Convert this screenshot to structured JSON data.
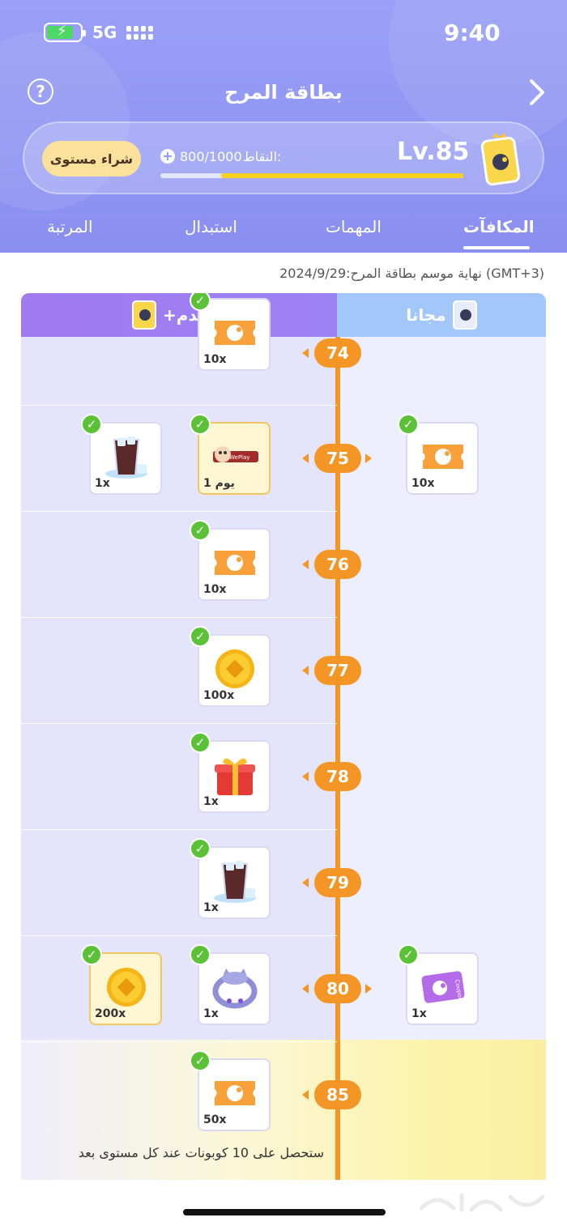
{
  "status_bar": {
    "time": "9:40",
    "network": "5G",
    "battery_level": 0.75
  },
  "header": {
    "title": "بطاقة المرح",
    "help_label": "?",
    "level": "Lv.85",
    "points_label": "النقاط:",
    "points_value": "800/1000",
    "points_progress": 0.8,
    "buy_level_label": "شراء مستوى"
  },
  "tabs": [
    {
      "label": "المكافآت",
      "active": true
    },
    {
      "label": "المهمات",
      "active": false
    },
    {
      "label": "استبدال",
      "active": false
    },
    {
      "label": "المرتبة",
      "active": false
    }
  ],
  "season_end": "نهاية موسم بطاقة المرح:2024/9/29 (GMT+3)",
  "columns": {
    "free": "مجانا",
    "premium": "+متقدم"
  },
  "rows": [
    {
      "level": "74",
      "free": null,
      "premium": [
        {
          "icon": "ticket-icon",
          "qty": "10x",
          "claimed": true
        }
      ]
    },
    {
      "level": "75",
      "free": {
        "icon": "ticket-icon",
        "qty": "10x",
        "claimed": true
      },
      "premium": [
        {
          "icon": "weplay-frame-icon",
          "qty": "1 يوم",
          "claimed": true,
          "badge": "WePlay"
        },
        {
          "icon": "cola-icon",
          "qty": "1x",
          "claimed": true
        }
      ]
    },
    {
      "level": "76",
      "free": null,
      "premium": [
        {
          "icon": "ticket-icon",
          "qty": "10x",
          "claimed": true
        }
      ]
    },
    {
      "level": "77",
      "free": null,
      "premium": [
        {
          "icon": "gold-coin-icon",
          "qty": "100x",
          "claimed": true
        }
      ]
    },
    {
      "level": "78",
      "free": null,
      "premium": [
        {
          "icon": "gift-box-icon",
          "qty": "1x",
          "claimed": true
        }
      ]
    },
    {
      "level": "79",
      "free": null,
      "premium": [
        {
          "icon": "cola-icon",
          "qty": "1x",
          "claimed": true
        }
      ]
    },
    {
      "level": "80",
      "free": {
        "icon": "coupon-icon",
        "qty": "1x",
        "claimed": true,
        "badge": "Coupon"
      },
      "premium": [
        {
          "icon": "cat-ring-icon",
          "qty": "1x",
          "claimed": true
        },
        {
          "icon": "gold-coin-icon",
          "qty": "200x",
          "claimed": true
        }
      ]
    },
    {
      "level": "85",
      "free": null,
      "premium": [
        {
          "icon": "ticket-icon",
          "qty": "50x",
          "claimed": true
        }
      ]
    }
  ],
  "footer_note": "ستحصل على 10 كوبونات عند كل مستوى بعد",
  "colors": {
    "header_bg": "#8f96f2",
    "accent": "#f49625",
    "claimed": "#5bc237",
    "premium": "#a27af0",
    "free": "#a2c8fb"
  }
}
